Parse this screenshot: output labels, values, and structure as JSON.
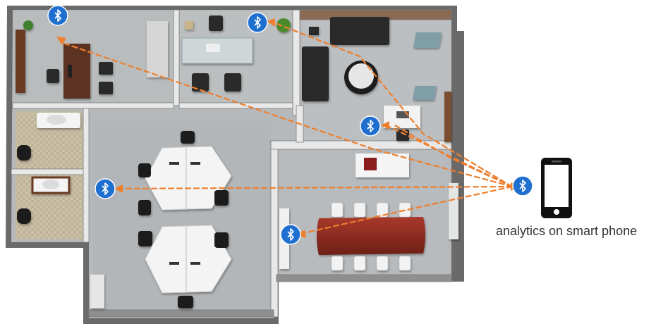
{
  "caption": "analytics on smart phone",
  "icons": {
    "beacon": "bluetooth-icon",
    "phone": "smartphone-icon"
  },
  "colors": {
    "bluetooth": "#1f6fd0",
    "signal_line": "#ee7f2d",
    "wall": "#5e5e5e",
    "floor": "#b9bcbe",
    "tile": "#c9bfa7",
    "desk_white": "#f4f4f4",
    "chair": "#202020",
    "conference_table": "#8c2a20"
  },
  "beacons": [
    {
      "id": "office-top-left"
    },
    {
      "id": "meeting-room-top"
    },
    {
      "id": "lounge"
    },
    {
      "id": "open-workspace"
    },
    {
      "id": "conference-room"
    }
  ]
}
